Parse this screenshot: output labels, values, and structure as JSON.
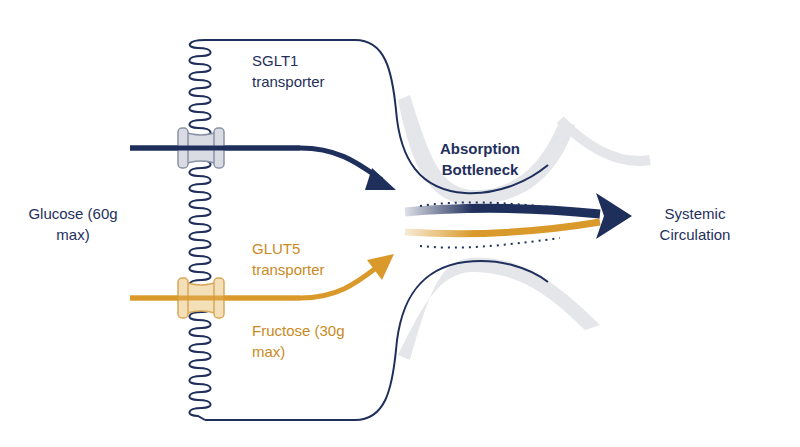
{
  "diagram": {
    "labels": [
      "SGLT1 transporter",
      "Absorption Bottleneck",
      "Glucose (60g max)",
      "GLUT5 transporter",
      "Fructose (30g max)",
      "Systemic Circulation"
    ]
  }
}
